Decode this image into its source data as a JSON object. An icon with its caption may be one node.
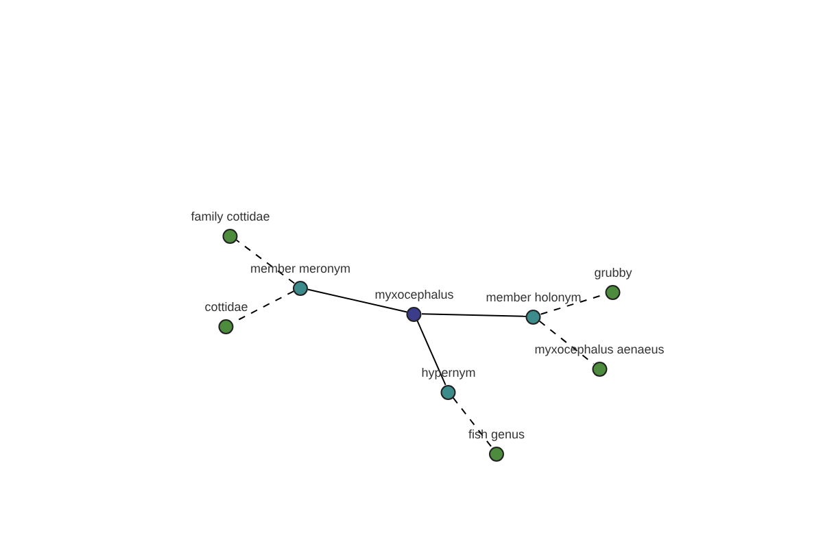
{
  "diagram": {
    "nodes": [
      {
        "text": [
          "myxocephalus"
        ]
      },
      {
        "text": [
          "member meronym"
        ]
      },
      {
        "text": [
          "family cottidae"
        ]
      },
      {
        "text": [
          "cottidae"
        ]
      },
      {
        "text": [
          "member holonym"
        ]
      },
      {
        "text": [
          "grubby"
        ]
      },
      {
        "text": [
          "myxocephalus aenaeus"
        ]
      },
      {
        "text": [
          "hypernym"
        ]
      },
      {
        "text": [
          "fish genus"
        ]
      }
    ],
    "edges": [
      {
        "from": 0,
        "to": 1,
        "arrow": "none"
      },
      {
        "from": 1,
        "to": 2,
        "arrow": "none",
        "style": "dashed"
      },
      {
        "from": 1,
        "to": 3,
        "arrow": "none",
        "style": "dashed"
      },
      {
        "from": 0,
        "to": 4,
        "arrow": "none"
      },
      {
        "from": 4,
        "to": 5,
        "arrow": "none",
        "style": "dashed"
      },
      {
        "from": 4,
        "to": 6,
        "arrow": "none",
        "style": "dashed"
      },
      {
        "from": 0,
        "to": 7,
        "arrow": "none"
      },
      {
        "from": 7,
        "to": 8,
        "arrow": "none",
        "style": "dashed"
      }
    ]
  }
}
